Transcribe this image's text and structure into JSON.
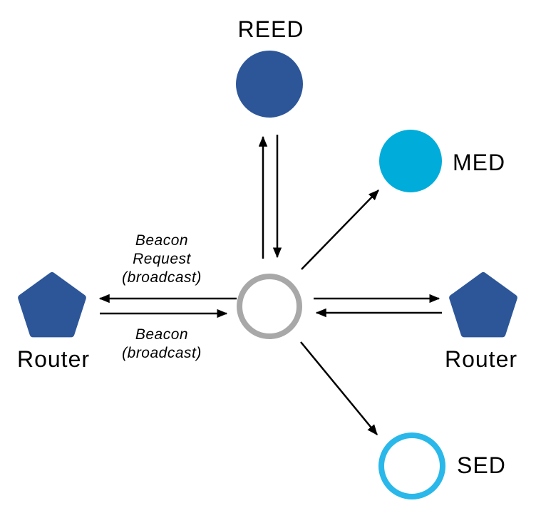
{
  "diagram": {
    "type": "network-topology",
    "description": "Thread mesh network joining diagram: center joiner node exchanging beacons with routers and end devices",
    "nodes": {
      "reed": {
        "label": "REED",
        "shape": "circle",
        "fill": "dark-blue"
      },
      "med": {
        "label": "MED",
        "shape": "circle",
        "fill": "cyan"
      },
      "sed": {
        "label": "SED",
        "shape": "circle-outline",
        "stroke": "bright-cyan"
      },
      "router_left": {
        "label": "Router",
        "shape": "pentagon",
        "fill": "dark-blue"
      },
      "router_right": {
        "label": "Router",
        "shape": "pentagon",
        "fill": "dark-blue"
      },
      "center": {
        "label": "",
        "shape": "circle-outline",
        "stroke": "gray"
      }
    },
    "annotations": {
      "beacon_request": [
        "Beacon",
        "Request",
        "(broadcast)"
      ],
      "beacon": [
        "Beacon",
        "(broadcast)"
      ]
    },
    "colors": {
      "dark_blue": "#2D5699",
      "med_cyan": "#00ACDA",
      "sed_cyan": "#29B8E9",
      "center_gray": "#A8A8A8",
      "arrow_black": "#000000",
      "white": "#FFFFFF"
    }
  }
}
